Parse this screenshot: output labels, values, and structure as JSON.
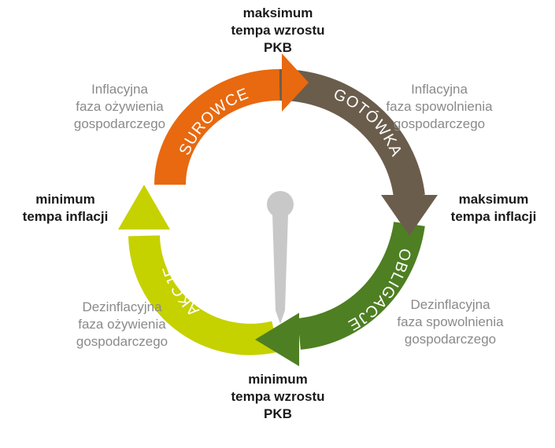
{
  "labels": {
    "top": [
      "maksimum",
      "tempa wzrostu",
      "PKB"
    ],
    "right": [
      "maksimum",
      "tempa inflacji"
    ],
    "bottom": [
      "minimum",
      "tempa wzrostu",
      "PKB"
    ],
    "left": [
      "minimum",
      "tempa inflacji"
    ]
  },
  "phases": {
    "top_left": [
      "Inflacyjna",
      "faza ożywienia",
      "gospodarczego"
    ],
    "top_right": [
      "Inflacyjna",
      "faza spowolnienia",
      "gospodarczego"
    ],
    "bottom_right": [
      "Dezinflacyjna",
      "faza spowolnienia",
      "gospodarczego"
    ],
    "bottom_left": [
      "Dezinflacyjna",
      "faza ożywienia",
      "gospodarczego"
    ]
  },
  "segments": [
    {
      "key": "surowce",
      "label": "SUROWCE",
      "color": "#e8690f"
    },
    {
      "key": "gotowka",
      "label": "GOTÓWKA",
      "color": "#6b5d4c"
    },
    {
      "key": "obligacje",
      "label": "OBLIGACJE",
      "color": "#4e7f22"
    },
    {
      "key": "akcje",
      "label": "AKCJE",
      "color": "#c6d100"
    }
  ],
  "needle_color": "#c8c8c8"
}
